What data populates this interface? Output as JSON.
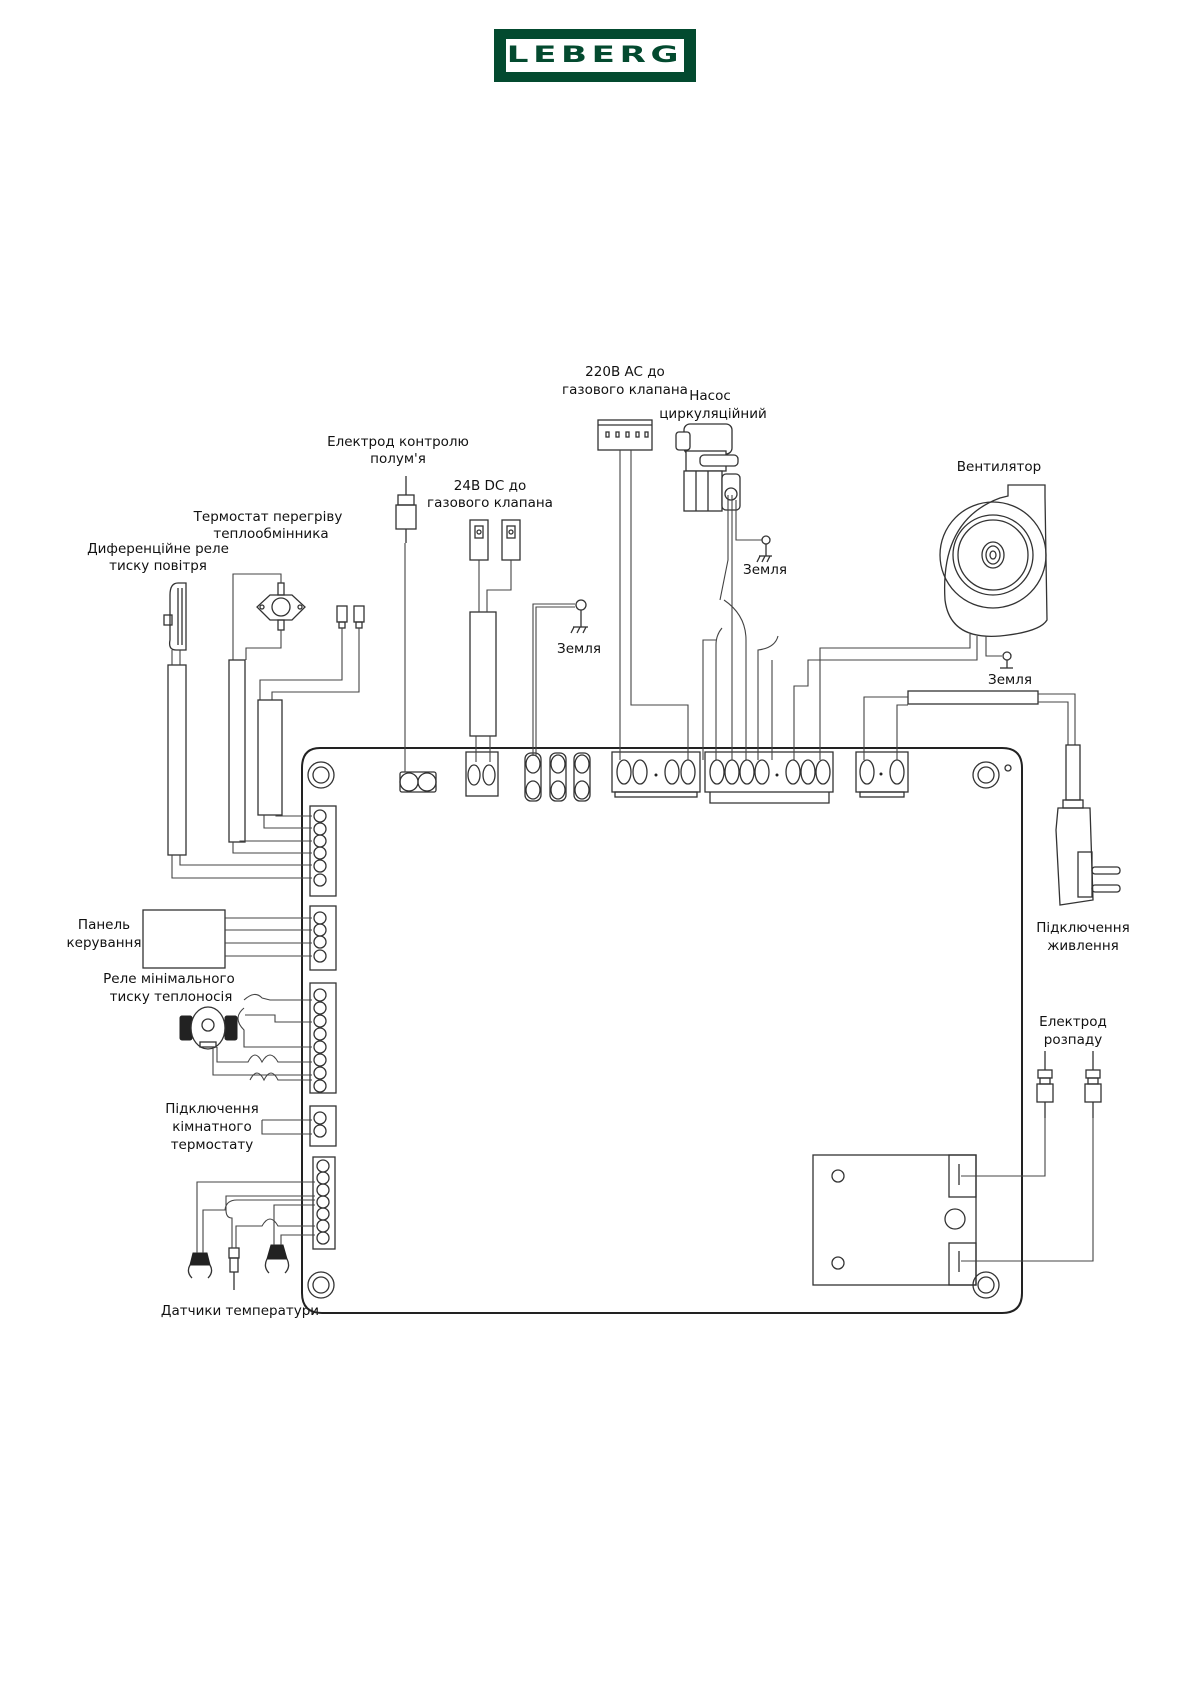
{
  "logo": {
    "brand": "LEBERG",
    "color": "#034a2f"
  },
  "labels": {
    "valve_220": {
      "line1": "220В AC до",
      "line2": "газового клапана"
    },
    "pump": {
      "line1": "Насос",
      "line2": "циркуляційний"
    },
    "flame_electrode": {
      "line1": "Електрод контролю",
      "line2": "полум'я"
    },
    "valve_24": {
      "line1": "24В DC до",
      "line2": "газового клапана"
    },
    "fan": {
      "line1": "Вентилятор"
    },
    "overheat_thermostat": {
      "line1": "Термостат перегріву",
      "line2": "теплообмінника"
    },
    "air_pressure_relay": {
      "line1": "Диференційне реле",
      "line2": "тиску повітря"
    },
    "ground_1": "Земля",
    "ground_2": "Земля",
    "ground_3": "Земля",
    "control_panel": {
      "line1": "Панель",
      "line2": "керування"
    },
    "min_pressure_relay": {
      "line1": "Реле мінімального",
      "line2": "тиску теплоносія"
    },
    "room_thermostat": {
      "line1": "Підключення",
      "line2": "кімнатного",
      "line3": "термостату"
    },
    "temp_sensors": "Датчики температури",
    "power": {
      "line1": "Підключення",
      "line2": "живлення"
    },
    "ignition_electrode": {
      "line1": "Електрод",
      "line2": "розпаду"
    }
  }
}
